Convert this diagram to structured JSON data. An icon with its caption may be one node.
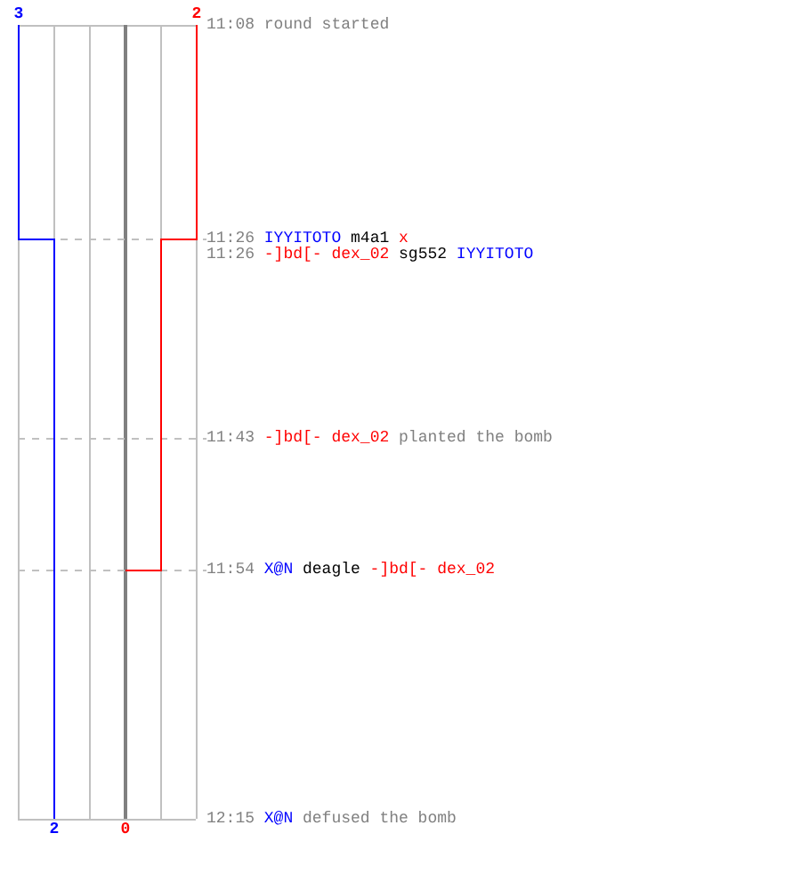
{
  "diagram": {
    "labels": [
      "3",
      "2",
      "11:08",
      "round started",
      "11:26",
      "IYYITOTO",
      "m4a1",
      "x",
      "11:26",
      "-]bd[- dex_02",
      "sg552",
      "IYYITOTO",
      "11:43",
      "-]bd[- dex_02",
      "planted the bomb",
      "11:54",
      "X@N",
      "deagle",
      "-]bd[- dex_02",
      "12:15",
      "X@N",
      "defused the bomb",
      "2",
      "0"
    ]
  }
}
